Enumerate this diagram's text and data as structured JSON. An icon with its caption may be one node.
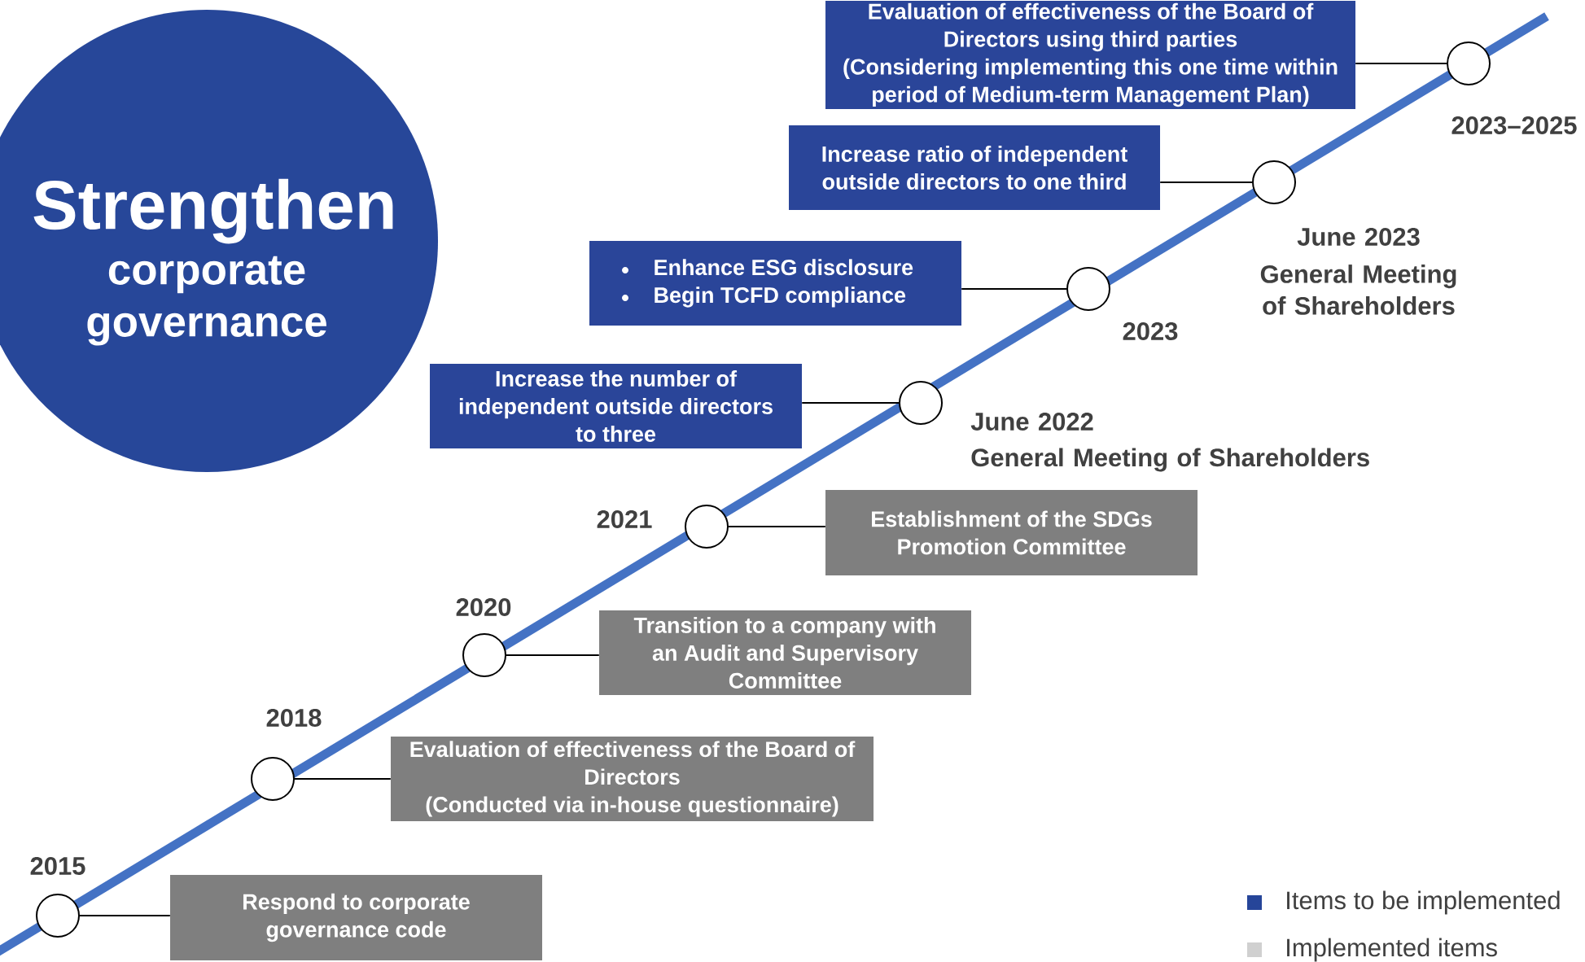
{
  "diagram": {
    "nodes": [
      {
        "text": [
          "Strengthen",
          "corporate governance"
        ]
      },
      {
        "text": [
          "Evaluation of effectiveness of the Board of Directors using third parties",
          "(Considering implementing this one time within period of Medium-term Management Plan)"
        ]
      },
      {
        "text": [],
        "shape": "circle",
        "beside": [
          "2023–2025"
        ]
      },
      {
        "text": [
          "Increase ratio of independent outside directors to one third"
        ]
      },
      {
        "text": [],
        "shape": "circle",
        "beside": [
          "June 2023",
          "General Meeting of Shareholders"
        ]
      },
      {
        "text": [
          "Enhance ESG disclosure",
          "Begin TCFD compliance"
        ]
      },
      {
        "text": [],
        "shape": "circle",
        "beside": [
          "2023"
        ]
      },
      {
        "text": [
          "Increase the number of independent outside directors to three"
        ]
      },
      {
        "text": [],
        "shape": "circle",
        "beside": [
          "June 2022",
          "General Meeting of Shareholders"
        ]
      },
      {
        "text": [],
        "shape": "circle",
        "beside": [
          "2021"
        ]
      },
      {
        "text": [
          "Establishment of the SDGs Promotion Committee"
        ]
      },
      {
        "text": [],
        "shape": "circle",
        "beside": [
          "2020"
        ]
      },
      {
        "text": [
          "Transition to a company with an Audit and Supervisory Committee"
        ]
      },
      {
        "text": [],
        "shape": "circle",
        "beside": [
          "2018"
        ]
      },
      {
        "text": [
          "Evaluation of effectiveness of the Board of Directors",
          "(Conducted via in-house questionnaire)"
        ]
      },
      {
        "text": [],
        "shape": "circle",
        "beside": [
          "2015"
        ]
      },
      {
        "text": [
          "Respond to corporate governance code"
        ]
      }
    ],
    "edges": [
      {
        "from": 1,
        "to": 2,
        "arrow": "none"
      },
      {
        "from": 3,
        "to": 4,
        "arrow": "none"
      },
      {
        "from": 5,
        "to": 6,
        "arrow": "none"
      },
      {
        "from": 7,
        "to": 8,
        "arrow": "none"
      },
      {
        "from": 10,
        "to": 9,
        "arrow": "none"
      },
      {
        "from": 12,
        "to": 11,
        "arrow": "none"
      },
      {
        "from": 14,
        "to": 13,
        "arrow": "none"
      },
      {
        "from": 16,
        "to": 15,
        "arrow": "none"
      }
    ],
    "legend": [
      {
        "text": "Items to be implemented",
        "color": "#264599"
      },
      {
        "text": "Implemented items",
        "color": "#d0d0d0"
      }
    ]
  }
}
